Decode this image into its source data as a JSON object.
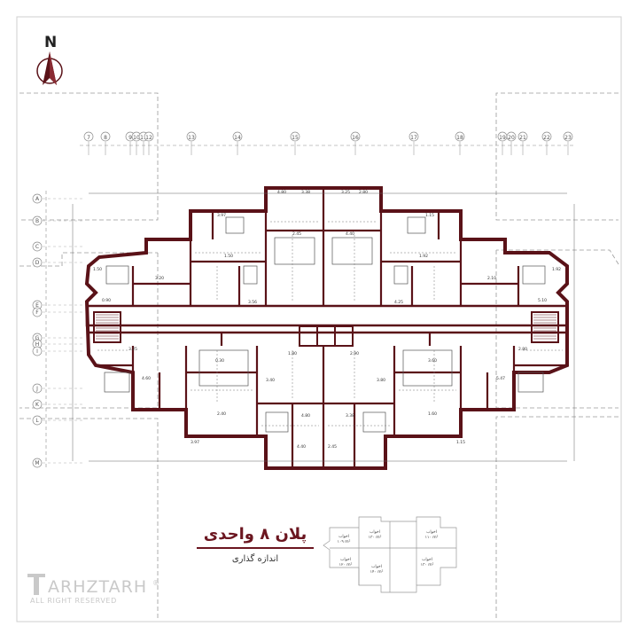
{
  "north": {
    "label": "N"
  },
  "title": "پلان ۸ واحدی",
  "subtitle": "اندازه گذاری",
  "brand": {
    "name": "ARHZTARH",
    "mark": "T",
    "registered": "®",
    "rights": "ALL RIGHT RESERVED"
  },
  "colors": {
    "wall": "#5a1218",
    "accent": "#6b1620",
    "line": "#444444",
    "grid": "#8a8a8a",
    "watermark": "#c9c9c9"
  },
  "column_grid": {
    "top": [
      "7",
      "8",
      "9",
      "10",
      "11",
      "12",
      "13",
      "14",
      "15",
      "16",
      "17",
      "18",
      "19",
      "20",
      "21",
      "22",
      "23"
    ],
    "left": [
      "A",
      "B",
      "C",
      "D",
      "E",
      "F",
      "G",
      "H",
      "I",
      "J",
      "K",
      "L",
      "M"
    ]
  },
  "dims": [
    "4.80",
    "3.38",
    "3.25",
    "2.80",
    "3.97",
    "1.15",
    "2.45",
    "4.40",
    "1.50",
    "1.92",
    "3.20",
    "2.10",
    "0.90",
    "5.10",
    "3.56",
    "4.25",
    "1.80",
    "2.90",
    "0.30",
    "3.60",
    "3.40",
    "3.80",
    "4.60",
    "5.47",
    "2.40",
    "1.60"
  ],
  "key_plan": {
    "units": [
      {
        "label": "اخواب",
        "area": "۱۰۹ m²"
      },
      {
        "label": "اخواب",
        "area": "۱۳۰ m²"
      },
      {
        "label": "اخواب",
        "area": "۱۱۰ m²"
      },
      {
        "label": "اخواب",
        "area": "۱۲۰ m²"
      },
      {
        "label": "اخواب",
        "area": "۱۴۰ m²"
      },
      {
        "label": "اخواب",
        "area": "۱۳۰ m²"
      }
    ]
  }
}
